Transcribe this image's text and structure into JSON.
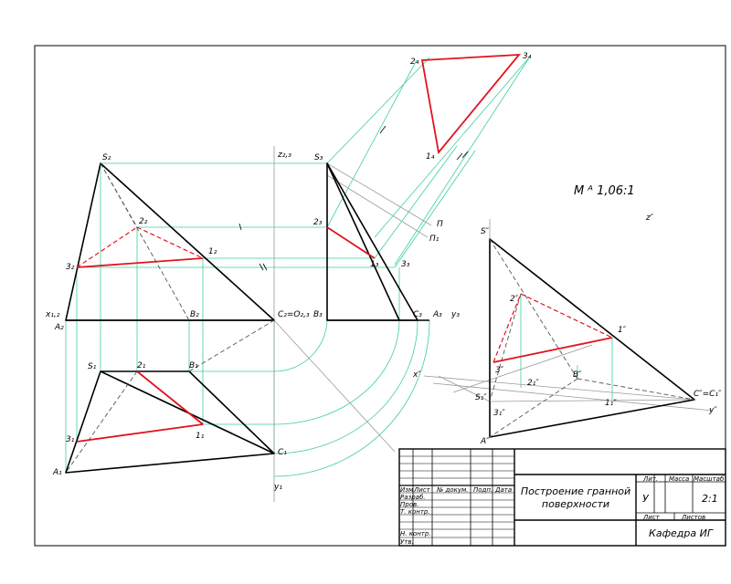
{
  "labels": {
    "s2": "S₂",
    "s3": "S₃",
    "s1": "S₁",
    "s_ax": "S″",
    "s_ax_sec": "S₁″",
    "p2_2": "2₂",
    "p2_3": "2₃",
    "p2_1": "2₁",
    "p2_ax": "2″",
    "p2_ax_sec": "2₁″",
    "p3_2": "3₂",
    "p3_3": "3₃",
    "p3_1": "3₁",
    "p3_ax": "3″",
    "p3_ax_sec": "3₁″",
    "p1_2": "1₂",
    "p1_3": "1₃",
    "p1_1": "1₁",
    "p1_ax": "1″",
    "p1_ax_sec": "1₁″",
    "p2_4": "2₄",
    "p3_4": "3₄",
    "p1_4": "1₄",
    "a2": "A₂",
    "b2": "B₂",
    "c2": "C₂=O₂,₃",
    "b3": "B₃",
    "c3": "C₃",
    "a3": "A₃",
    "a1": "A₁",
    "b1": "B₁",
    "c1": "C₁",
    "a_ax": "A″",
    "b_ax": "B″",
    "c_ax": "C″=C₁″",
    "x12": "x₁,₂",
    "z23": "z₂,₃",
    "y3": "y₃",
    "y1": "y₁",
    "pi_a": "Π",
    "pi_b": "Π₁",
    "x_ax": "x″",
    "y_ax": "y″",
    "z_ax": "z″",
    "scale": "M ᴬ 1,06:1"
  },
  "title_block": {
    "col_izm": "Изм",
    "col_list": "Лист",
    "col_doc": "№ докум.",
    "col_sign": "Подп.",
    "col_date": "Дата",
    "row_razrab": "Разраб.",
    "row_prov": "Пров.",
    "row_tkontr": "Т. контр.",
    "row_nkontr": "Н. контр.",
    "row_utv": "Утв.",
    "title": "Построение гранной поверхности",
    "lit_head": "Лит.",
    "mass_head": "Масса",
    "scale_head": "Масштаб",
    "lit_val": "У",
    "scale_val": "2:1",
    "sheet_head": "Лист",
    "sheets_head": "Листов",
    "dept": "Кафедра ИГ"
  },
  "colors": {
    "line": "#000000",
    "construction": "#3ccf9f",
    "section": "#e0141e",
    "axis": "#9a9a9a"
  }
}
